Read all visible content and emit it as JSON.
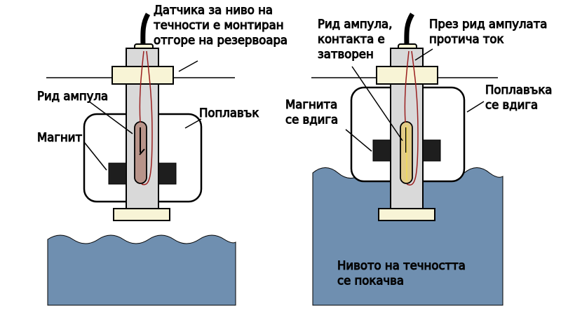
{
  "colors": {
    "liquid": "#6f8fb0",
    "stem": "#d9d9d9",
    "cap": "#f8f4d6",
    "stroke": "#000000",
    "wire": "#9a1f1f",
    "ampoule": "#b8948a",
    "ampoule_closed": "#e2cc88",
    "contact_active": "#f1dc54",
    "magnet": "#1e1e1e"
  },
  "icons": {
    "sensor_left": "float-level-sensor-icon",
    "sensor_right": "float-level-sensor-icon",
    "liquid_left": "liquid-wave-icon",
    "liquid_right": "liquid-wave-icon"
  },
  "labels": {
    "left": {
      "mounting": [
        "Датчика за ниво на",
        "течности е монтиран",
        "отгоре на резервоара"
      ],
      "reed": [
        "Рид ампула"
      ],
      "magnet": [
        "Магнит"
      ],
      "float": [
        "Поплавък"
      ]
    },
    "right": {
      "reed_closed": [
        "Рид ампула,",
        "контакта е",
        "затворен"
      ],
      "current": [
        "През рид ампулата",
        "протича ток"
      ],
      "magnet_up": [
        "Магнита",
        "се вдига"
      ],
      "float_up": [
        "Поплавъка",
        "се вдига"
      ],
      "level_rising": [
        "Нивото на течността",
        "се покачва"
      ]
    }
  }
}
